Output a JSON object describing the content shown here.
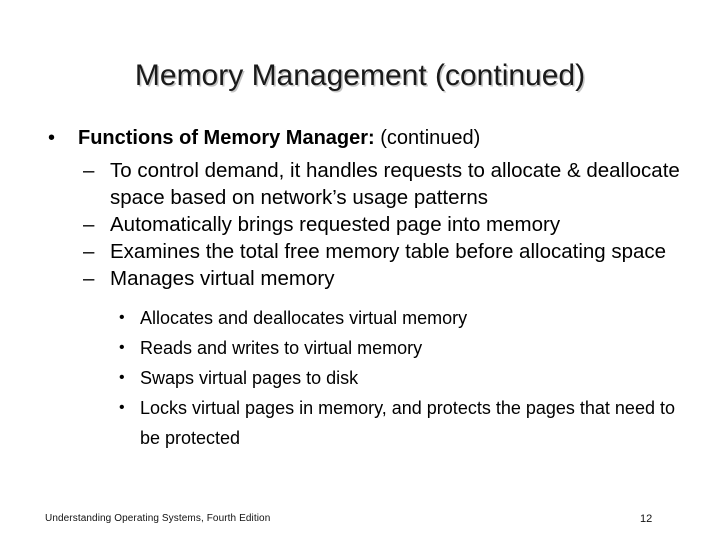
{
  "slide": {
    "title": "Memory Management (continued)",
    "bullets": {
      "level1": {
        "marker": "•",
        "strong_text": "Functions of Memory Manager:",
        "trailing_text": " (continued)"
      },
      "level2_marker": "–",
      "level2_items": [
        "To control demand, it handles requests to allocate & deallocate space based on network’s usage patterns",
        "Automatically brings requested page into memory",
        "Examines the total free memory table before allocating space",
        "Manages virtual memory"
      ],
      "level3_marker": "•",
      "level3_items": [
        "Allocates and deallocates virtual memory",
        "Reads and writes to virtual memory",
        "Swaps virtual pages to disk",
        "Locks virtual pages in memory, and protects the pages that need to be protected"
      ]
    },
    "footer": {
      "source": "Understanding Operating Systems, Fourth Edition",
      "slide_number": "12"
    },
    "colors": {
      "background": "#ffffff",
      "text": "#000000",
      "title_text": "#1a1a1a",
      "title_shadow": "#969696"
    }
  }
}
